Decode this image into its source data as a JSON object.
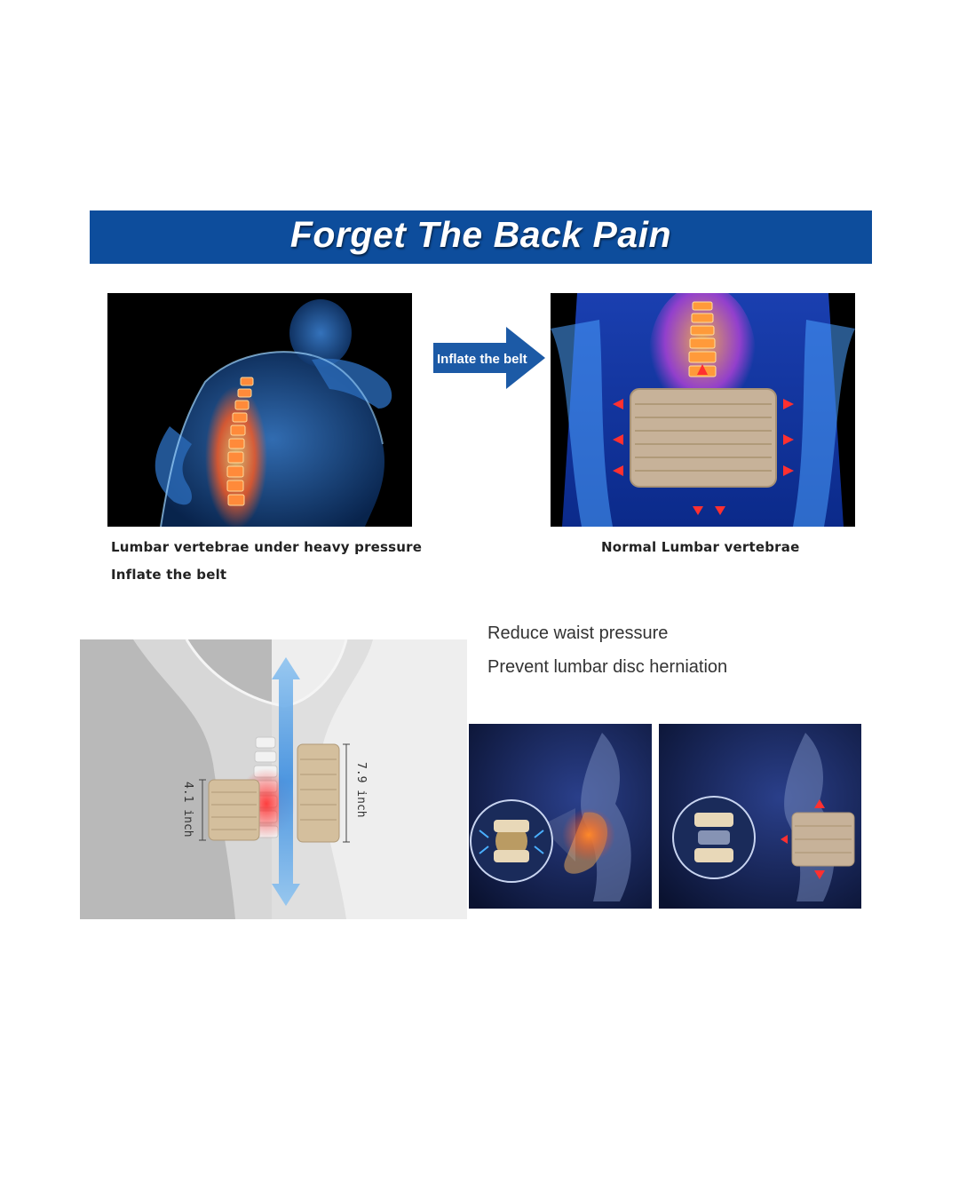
{
  "banner": {
    "title": "Forget The Back Pain",
    "color": "#0d4d9c"
  },
  "arrow": {
    "label": "Inflate the belt"
  },
  "before_panel": {
    "caption_line1": "Lumbar vertebrae under heavy pressure",
    "caption_line2": "Inflate the belt"
  },
  "after_panel": {
    "caption": "Normal Lumbar vertebrae"
  },
  "benefits": [
    "Reduce waist pressure",
    "Prevent lumbar disc herniation"
  ],
  "measurements": {
    "deflated": "4.1 inch",
    "inflated": "7.9 inch"
  },
  "icons": [
    "back-pain-figure-image",
    "inflated-belt-skeleton-image",
    "blue-right-arrow-icon",
    "belt-size-comparison-image",
    "disc-compression-image",
    "disc-relief-image"
  ]
}
